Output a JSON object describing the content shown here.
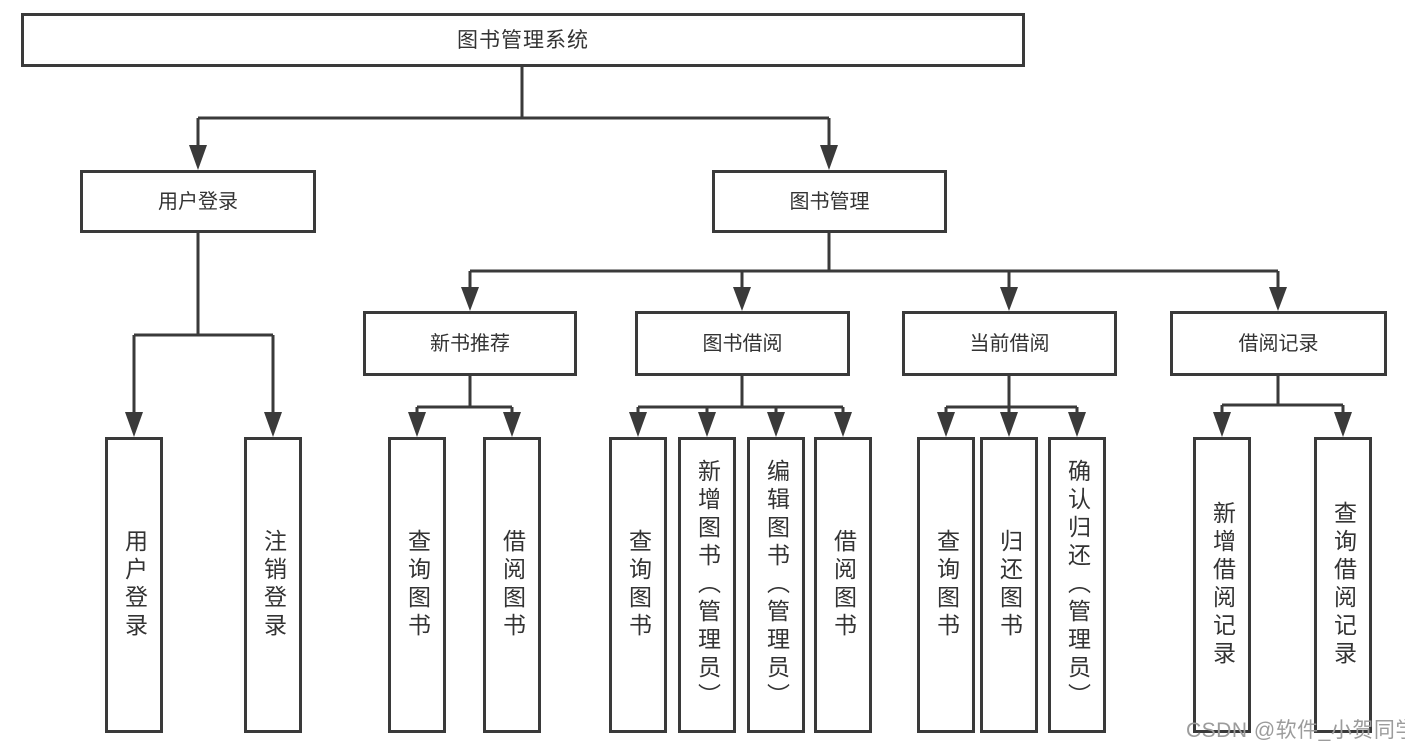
{
  "diagram": {
    "root": {
      "label": "图书管理系统",
      "children": [
        {
          "label": "用户登录",
          "children": [
            {
              "label": "用户登录"
            },
            {
              "label": "注销登录"
            }
          ]
        },
        {
          "label": "图书管理",
          "children": [
            {
              "label": "新书推荐",
              "children": [
                {
                  "label": "查询图书"
                },
                {
                  "label": "借阅图书"
                }
              ]
            },
            {
              "label": "图书借阅",
              "children": [
                {
                  "label": "查询图书"
                },
                {
                  "label": "新增图书（管理员）"
                },
                {
                  "label": "编辑图书（管理员）"
                },
                {
                  "label": "借阅图书"
                }
              ]
            },
            {
              "label": "当前借阅",
              "children": [
                {
                  "label": "查询图书"
                },
                {
                  "label": "归还图书"
                },
                {
                  "label": "确认归还（管理员）"
                }
              ]
            },
            {
              "label": "借阅记录",
              "children": [
                {
                  "label": "新增借阅记录"
                },
                {
                  "label": "查询借阅记录"
                }
              ]
            }
          ]
        }
      ]
    }
  },
  "watermark": {
    "text": "CSDN @软件_小贺同学"
  },
  "colors": {
    "line": "#3a3a3a",
    "text": "#333333",
    "watermark": "#9c9c9c",
    "background": "#ffffff"
  }
}
